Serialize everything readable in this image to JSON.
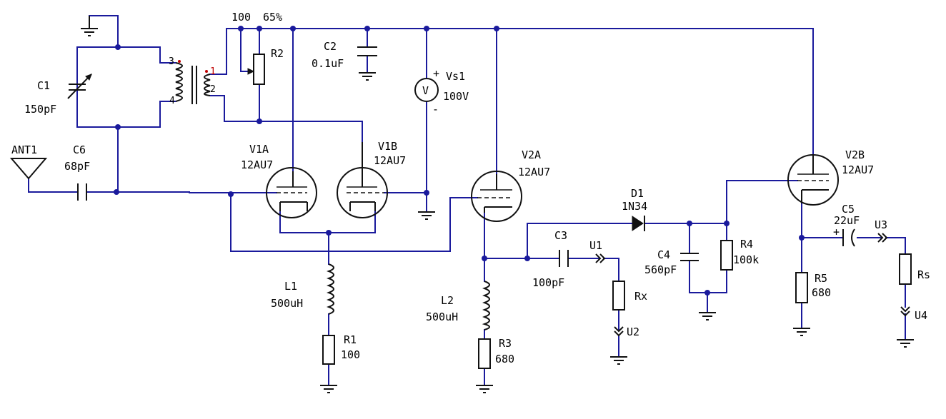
{
  "colors": {
    "wire": "#1a1a9c",
    "symbol": "#111111",
    "text": "#000000",
    "pin_dot": "#c00000"
  },
  "top_labels": {
    "r2_value": "100",
    "r2_setting": "65%"
  },
  "components": {
    "ANT1": {
      "ref": "ANT1"
    },
    "C1": {
      "ref": "C1",
      "value": "150pF"
    },
    "C2": {
      "ref": "C2",
      "value": "0.1uF"
    },
    "C3": {
      "ref": "C3",
      "value": "100pF"
    },
    "C4": {
      "ref": "C4",
      "value": "560pF"
    },
    "C5": {
      "ref": "C5",
      "value": "22uF",
      "polarity": "+"
    },
    "C6": {
      "ref": "C6",
      "value": "68pF"
    },
    "R1": {
      "ref": "R1",
      "value": "100"
    },
    "R2": {
      "ref": "R2"
    },
    "R3": {
      "ref": "R3",
      "value": "680"
    },
    "R4": {
      "ref": "R4",
      "value": "100k"
    },
    "R5": {
      "ref": "R5",
      "value": "680"
    },
    "Rx": {
      "ref": "Rx"
    },
    "Rs": {
      "ref": "Rs"
    },
    "L1": {
      "ref": "L1",
      "value": "500uH"
    },
    "L2": {
      "ref": "L2",
      "value": "500uH"
    },
    "D1": {
      "ref": "D1",
      "value": "1N34"
    },
    "V1A": {
      "ref": "V1A",
      "value": "12AU7"
    },
    "V1B": {
      "ref": "V1B",
      "value": "12AU7"
    },
    "V2A": {
      "ref": "V2A",
      "value": "12AU7"
    },
    "V2B": {
      "ref": "V2B",
      "value": "12AU7"
    },
    "Vs1": {
      "ref": "Vs1",
      "value": "100V",
      "glyph": "V",
      "plus": "+",
      "minus": "-"
    },
    "U1": {
      "ref": "U1"
    },
    "U2": {
      "ref": "U2"
    },
    "U3": {
      "ref": "U3"
    },
    "U4": {
      "ref": "U4"
    },
    "T1": {
      "pins": [
        "3",
        "4",
        "1",
        "2"
      ]
    }
  }
}
